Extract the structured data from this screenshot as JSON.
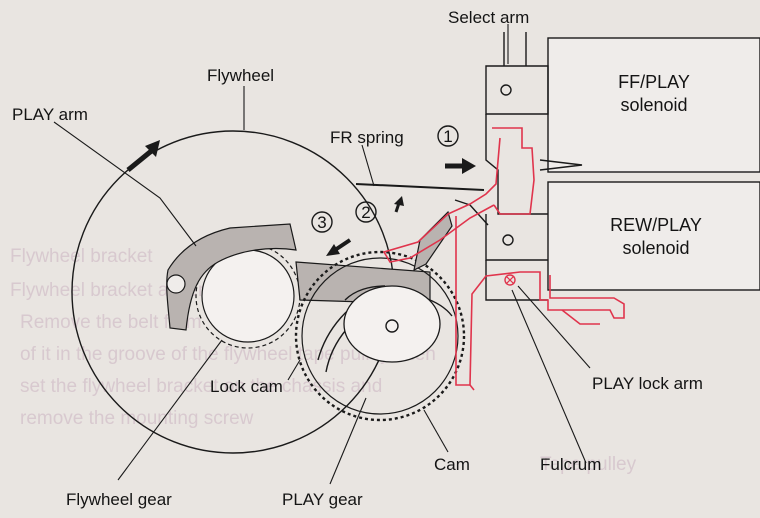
{
  "labels": {
    "select_arm": "Select arm",
    "flywheel": "Flywheel",
    "play_arm": "PLAY arm",
    "fr_spring": "FR spring",
    "ff_play_solenoid_line1": "FF/PLAY",
    "ff_play_solenoid_line2": "solenoid",
    "rew_play_solenoid_line1": "REW/PLAY",
    "rew_play_solenoid_line2": "solenoid",
    "step1": "1",
    "step2": "2",
    "step3": "3",
    "lock_cam": "Lock cam",
    "play_lock_arm": "PLAY lock arm",
    "fulcrum": "Fulcrum",
    "cam": "Cam",
    "flywheel_gear": "Flywheel gear",
    "play_gear": "PLAY gear"
  },
  "background_text": {
    "line1": "Flywheel bracket",
    "line2": "Flywheel bracket assembly.",
    "line3": "Remove the belt from",
    "line4": "of it in the groove of the flywheel tape pulley, then",
    "line5": "set the flywheel bracket on the chassis and",
    "line6": "remove the mounting screw",
    "line7": "Tape pulley"
  },
  "colors": {
    "ink": "#1a1a1a",
    "red_part": "#e0344c",
    "paper": "#e9e5e1",
    "shading": "#b9b3b0",
    "ghost_text": "#d8c9cf"
  }
}
